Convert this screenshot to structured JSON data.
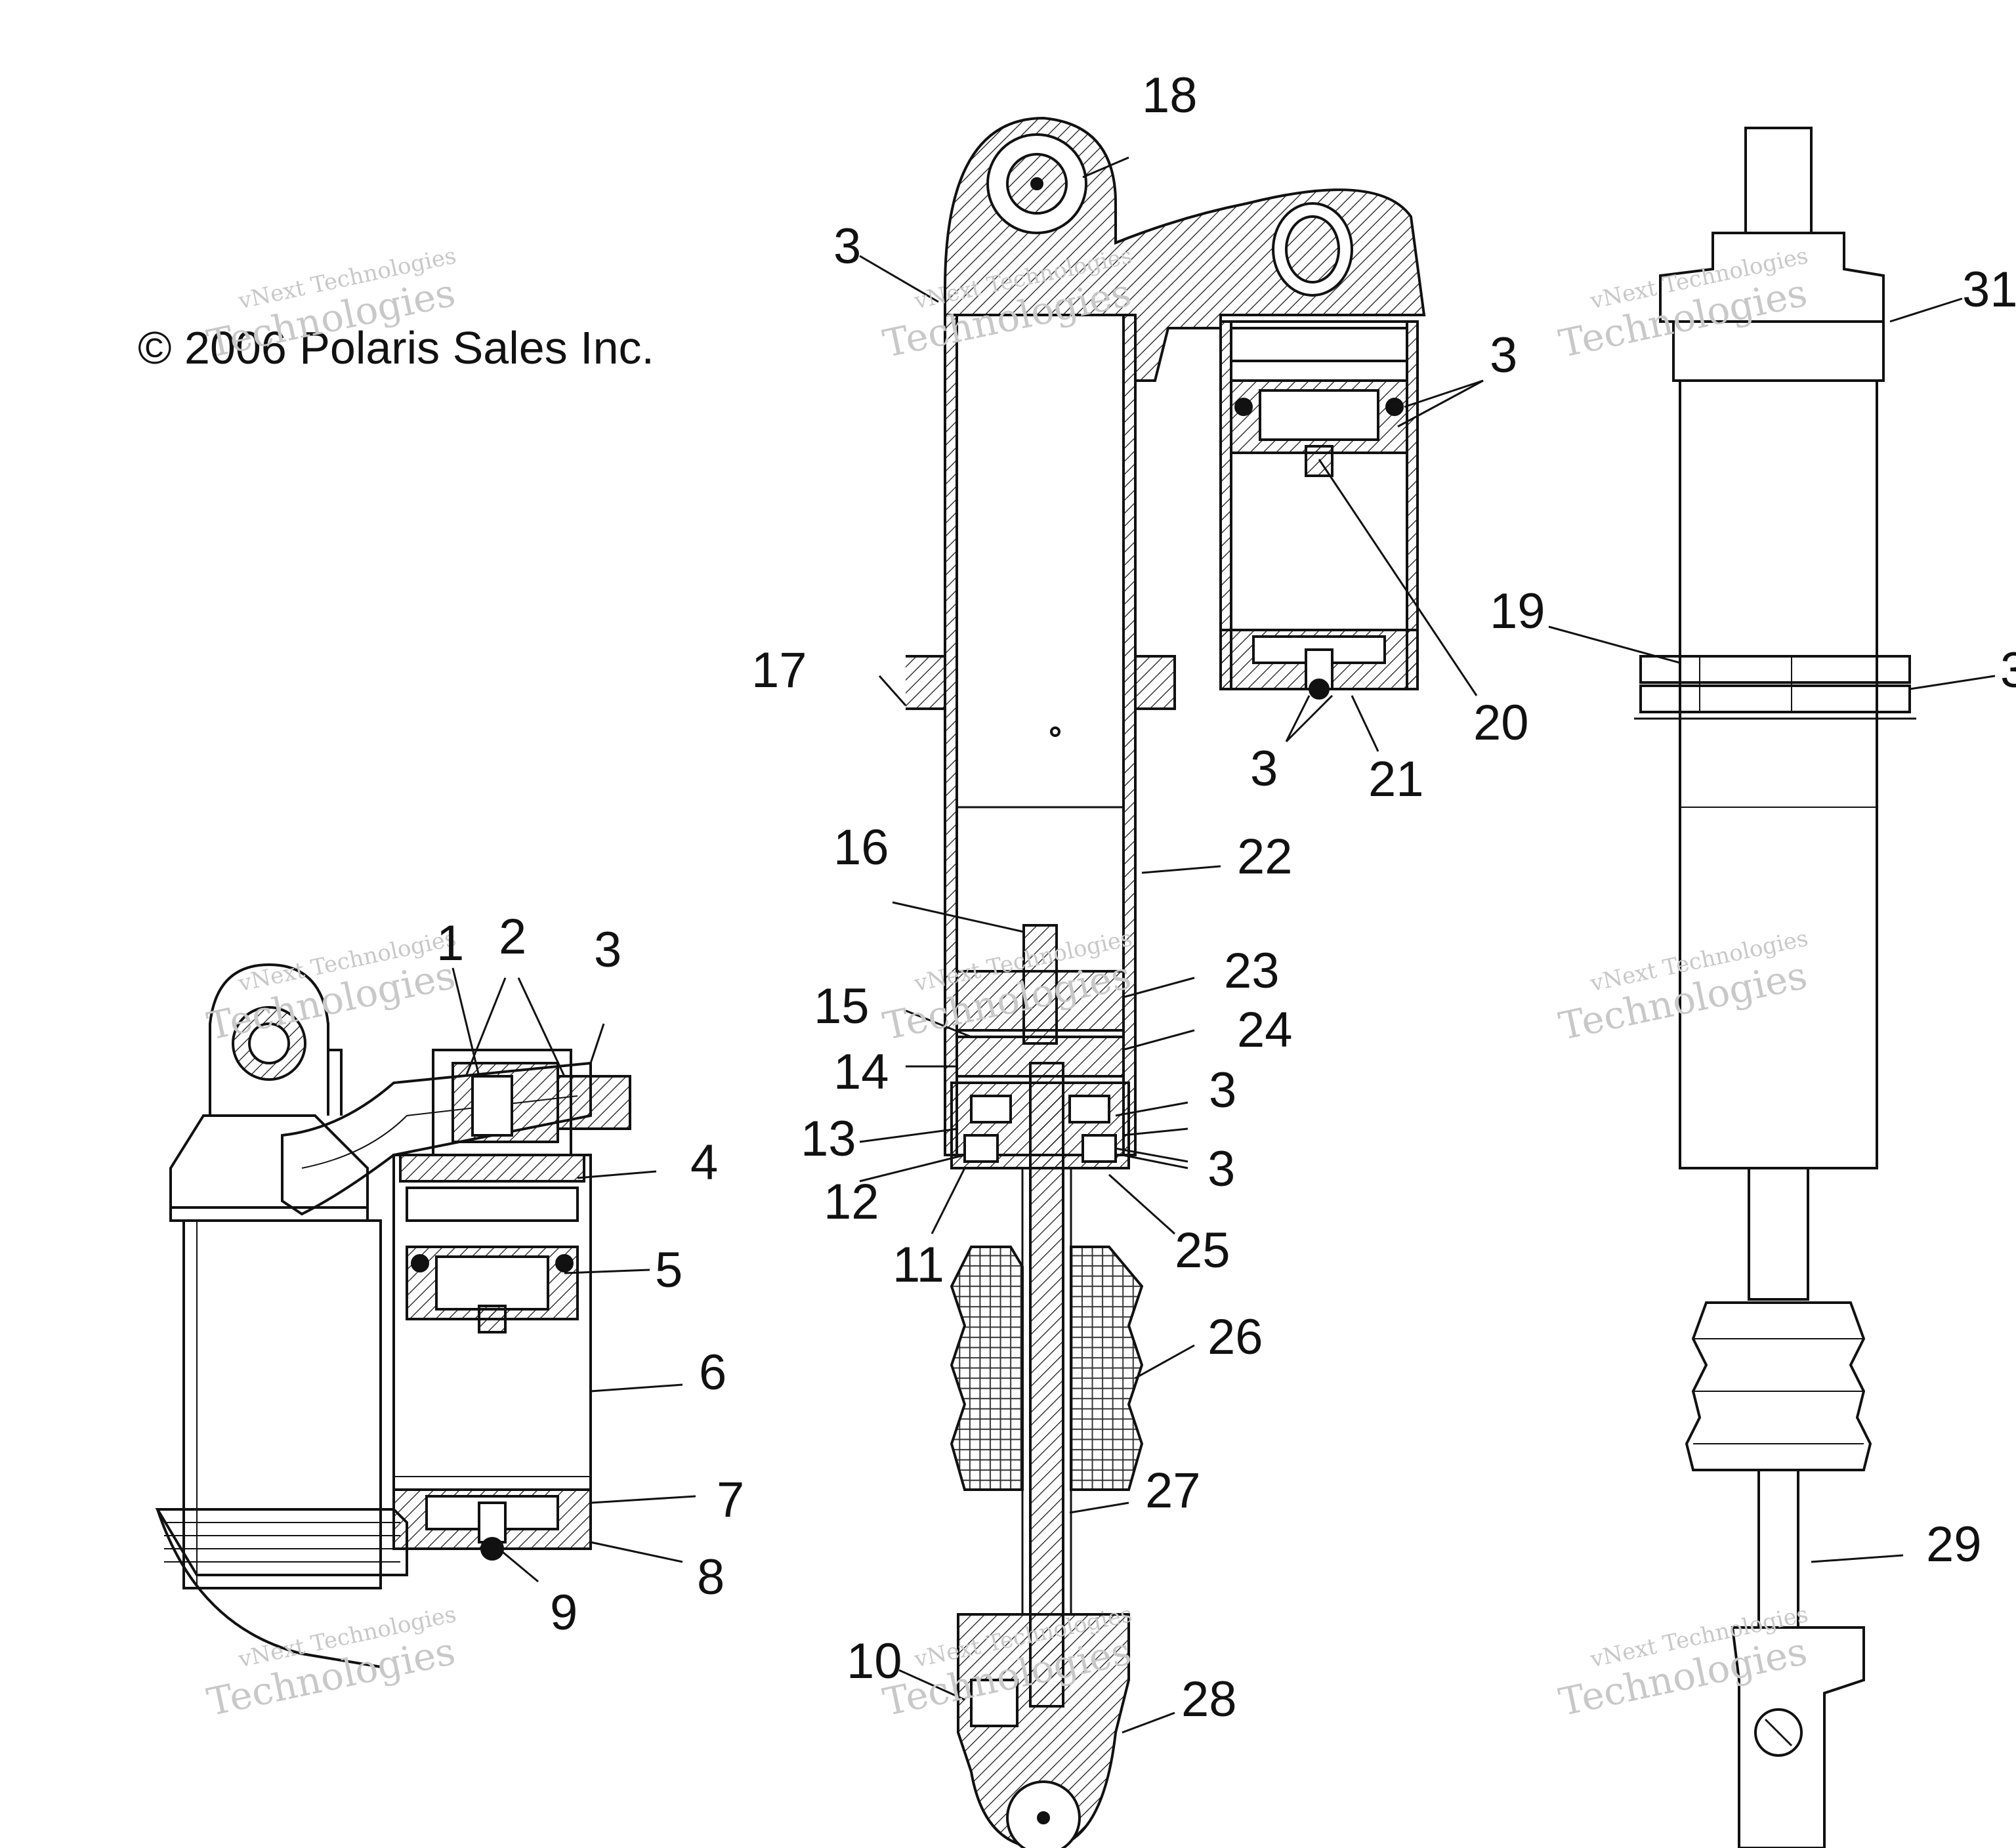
{
  "copyright": "© 2006 Polaris Sales Inc.",
  "watermark": {
    "line1": "vNext Technologies",
    "line2": "Technologies"
  },
  "callouts": {
    "n1": "1",
    "n2": "2",
    "n3": "3",
    "n4": "4",
    "n5": "5",
    "n6": "6",
    "n7": "7",
    "n8": "8",
    "n9": "9",
    "n10": "10",
    "n11": "11",
    "n12": "12",
    "n13": "13",
    "n14": "14",
    "n15": "15",
    "n16": "16",
    "n17": "17",
    "n18": "18",
    "n19": "19",
    "n20": "20",
    "n21": "21",
    "n22": "22",
    "n23": "23",
    "n24": "24",
    "n25": "25",
    "n26": "26",
    "n27": "27",
    "n28": "28",
    "n29": "29",
    "n31": "31",
    "n3_cut": "3"
  },
  "colors": {
    "line": "#111111",
    "watermark": "#c8c8c8",
    "background": "#ffffff"
  }
}
